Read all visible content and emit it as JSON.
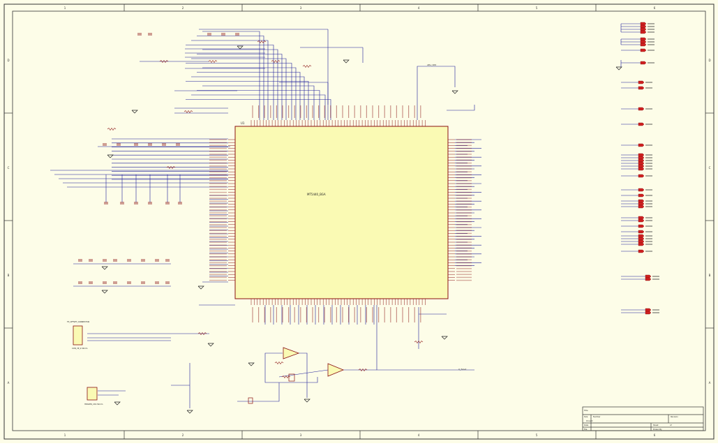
{
  "border": {
    "columns": [
      "1",
      "2",
      "3",
      "4",
      "5",
      "6"
    ],
    "rows": [
      "D",
      "C",
      "B",
      "A"
    ]
  },
  "chip": {
    "designator": "U1",
    "part": "MT5440_BGA"
  },
  "title_block": {
    "title_label": "Title",
    "size_label": "Size",
    "number_label": "Number",
    "revision_label": "Revision",
    "size_value": "OrcadC",
    "date_label": "Date",
    "file_label": "File",
    "sheet_label": "Sheet",
    "of_label": "of",
    "drawn_label": "Drawn By"
  },
  "net_labels": {
    "top_right_net": "APLL_VDD",
    "bottom_out": "X_Txout",
    "tp_header": "TP_OFFSET_CONNECTOR",
    "conn_note": "CON_3P_2.54mm",
    "conn2_note": "HEADER_2X2.54mm"
  },
  "colors": {
    "wire": "#1c1c9a",
    "component": "#8a1010",
    "chip_fill": "#fafab4",
    "paper": "#fdfde8",
    "border": "#333333",
    "offpage": "#d02020"
  }
}
